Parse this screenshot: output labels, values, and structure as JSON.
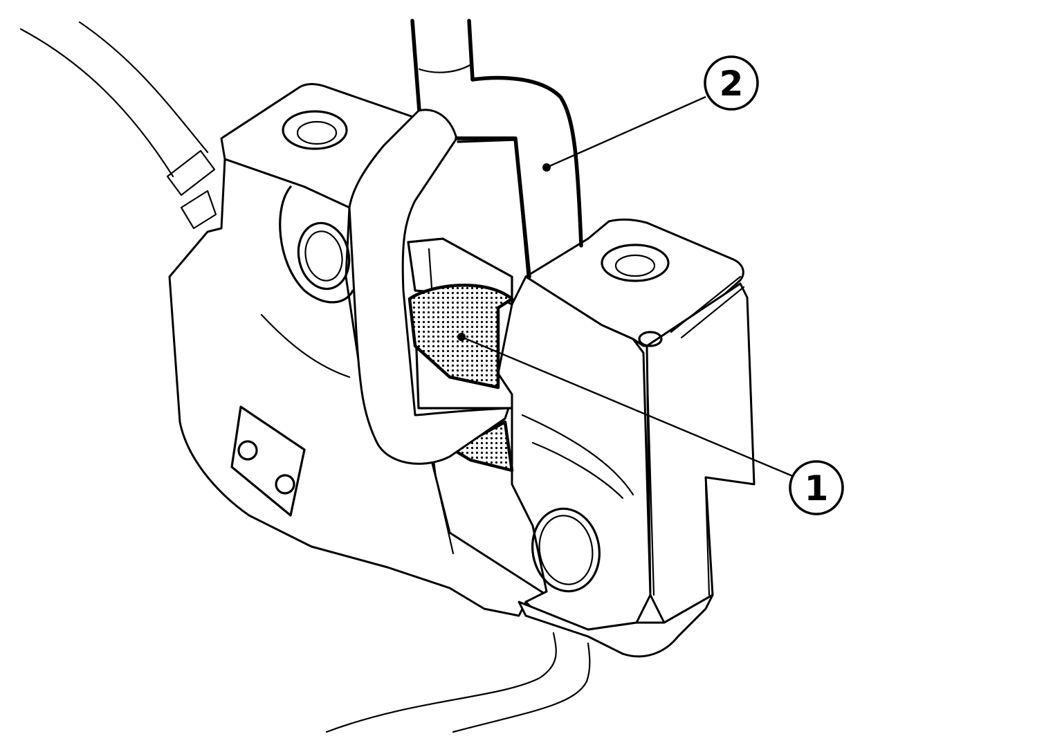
{
  "callouts": [
    {
      "number": "1",
      "part": "shaded-area"
    },
    {
      "number": "2",
      "part": "striker"
    }
  ],
  "colors": {
    "line": "#000000",
    "background": "#ffffff",
    "shading": "#000000"
  }
}
